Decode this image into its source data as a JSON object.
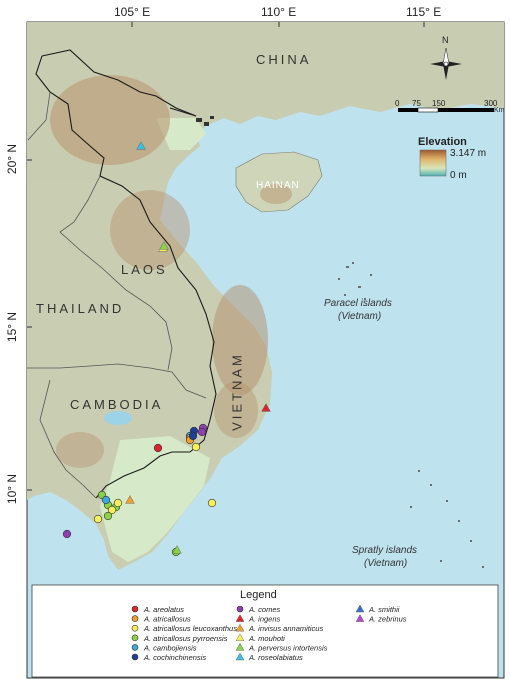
{
  "axes": {
    "top_ticks": [
      "105° E",
      "110° E",
      "115° E"
    ],
    "left_ticks": [
      "20° N",
      "15° N",
      "10° N"
    ]
  },
  "places": {
    "china": "CHINA",
    "hainan": "HAINAN",
    "laos": "LAOS",
    "thailand": "THAILAND",
    "cambodia": "CAMBODIA",
    "vietnam": "VIETNAM",
    "paracel_1": "Paracel islands",
    "paracel_2": "(Vietnam)",
    "spratly_1": "Spratly islands",
    "spratly_2": "(Vietnam)"
  },
  "north_label": "N",
  "scale": {
    "ticks": [
      "0",
      "75",
      "150",
      "300"
    ],
    "unit": "Km"
  },
  "elevation": {
    "title": "Elevation",
    "max": "3.147 m",
    "min": "0 m"
  },
  "legend": {
    "title": "Legend",
    "items": [
      {
        "label": "A. areolatus",
        "shape": "circle",
        "color": "#d9262b"
      },
      {
        "label": "A. atricallosus",
        "shape": "circle",
        "color": "#f0a030"
      },
      {
        "label": "A. atricallosus leucoxanthus",
        "shape": "circle",
        "color": "#f6ef5a"
      },
      {
        "label": "A. atricallosus pyrroensis",
        "shape": "circle",
        "color": "#8ad248"
      },
      {
        "label": "A. cambojiensis",
        "shape": "circle",
        "color": "#3ca8d8"
      },
      {
        "label": "A. cochinchinensis",
        "shape": "circle",
        "color": "#1c3f99"
      },
      {
        "label": "A. comes",
        "shape": "circle",
        "color": "#8e3fb0"
      },
      {
        "label": "A. ingens",
        "shape": "triangle",
        "color": "#d9262b"
      },
      {
        "label": "A. invisus annamiticus",
        "shape": "triangle",
        "color": "#f0a030"
      },
      {
        "label": "A. mouhoti",
        "shape": "triangle",
        "color": "#f6ef5a"
      },
      {
        "label": "A. perversus intortensis",
        "shape": "triangle",
        "color": "#8ad248"
      },
      {
        "label": "A. roseolabiatus",
        "shape": "triangle",
        "color": "#3cc0e0"
      },
      {
        "label": "A. smithii",
        "shape": "triangle",
        "color": "#3a6fc8"
      },
      {
        "label": "A. zebrinus",
        "shape": "triangle",
        "color": "#b04fd0"
      }
    ]
  },
  "colors": {
    "sea": "#bfe2ef",
    "land": "#c9cdb4",
    "lowland": "#d6e9c8",
    "highland": "#c5a27a",
    "border": "#1a1a1a"
  }
}
